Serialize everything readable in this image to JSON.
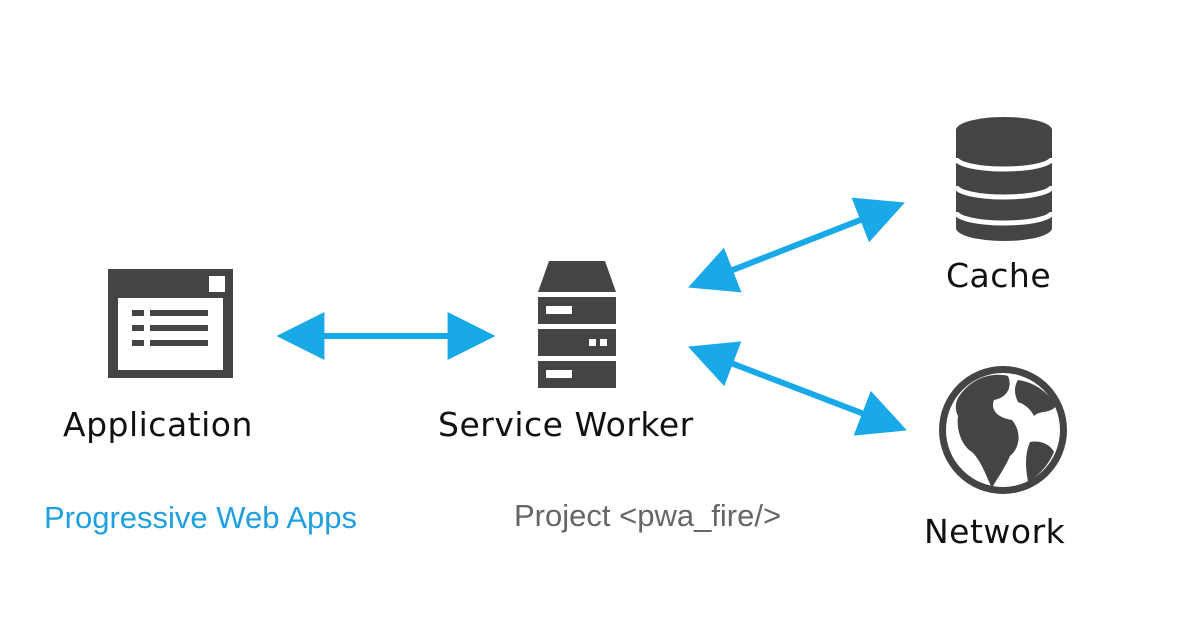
{
  "nodes": {
    "application": {
      "label": "Application",
      "icon": "browser-window-icon"
    },
    "service_worker": {
      "label": "Service Worker",
      "icon": "server-icon"
    },
    "cache": {
      "label": "Cache",
      "icon": "database-icon"
    },
    "network": {
      "label": "Network",
      "icon": "globe-icon"
    }
  },
  "edges": [
    {
      "from": "Application",
      "to": "Service Worker",
      "direction": "bidirectional"
    },
    {
      "from": "Service Worker",
      "to": "Cache",
      "direction": "bidirectional"
    },
    {
      "from": "Service Worker",
      "to": "Network",
      "direction": "bidirectional"
    }
  ],
  "captions": {
    "left": "Progressive Web Apps",
    "right": "Project <pwa_fire/>"
  },
  "colors": {
    "arrow": "#1aa9e8",
    "icon": "#444444",
    "label": "#111111",
    "caption_left": "#1ea0e0",
    "caption_right": "#666666"
  }
}
